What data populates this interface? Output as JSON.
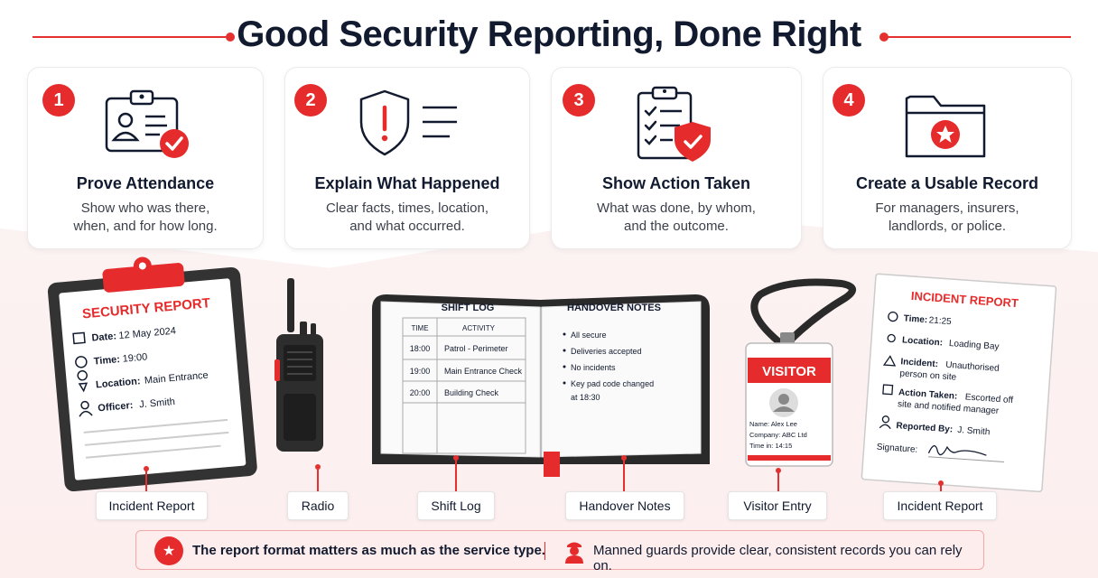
{
  "header": {
    "title": "Good Security Reporting, Done Right"
  },
  "cards": [
    {
      "number": "1",
      "title": "Prove Attendance",
      "desc1": "Show who was there,",
      "desc2": "when, and for how long.",
      "icon": "id-badge-check-icon"
    },
    {
      "number": "2",
      "title": "Explain What Happened",
      "desc1": "Clear facts, times, location,",
      "desc2": "and what occurred.",
      "icon": "shield-alert-icon"
    },
    {
      "number": "3",
      "title": "Show Action Taken",
      "desc1": "What was done, by whom,",
      "desc2": "and the outcome.",
      "icon": "clipboard-checklist-icon"
    },
    {
      "number": "4",
      "title": "Create a Usable Record",
      "desc1": "For managers, insurers,",
      "desc2": "landlords, or police.",
      "icon": "folder-star-icon"
    }
  ],
  "security_report": {
    "heading": "SECURITY REPORT",
    "date_label": "Date:",
    "date_value": "12 May 2024",
    "time_label": "Time:",
    "time_value": "19:00",
    "location_label": "Location:",
    "location_value": "Main Entrance",
    "officer_label": "Officer:",
    "officer_value": "J. Smith"
  },
  "shift_log": {
    "heading": "SHIFT LOG",
    "col_time": "TIME",
    "col_activity": "ACTIVITY",
    "rows": [
      {
        "time": "18:00",
        "activity": "Patrol - Perimeter"
      },
      {
        "time": "19:00",
        "activity": "Main Entrance Check"
      },
      {
        "time": "20:00",
        "activity": "Building Check"
      }
    ]
  },
  "handover": {
    "heading": "HANDOVER NOTES",
    "items": [
      "All secure",
      "Deliveries accepted",
      "No incidents",
      "Key pad code changed",
      "at 18:30"
    ]
  },
  "visitor": {
    "heading": "VISITOR",
    "name": "Name: Alex Lee",
    "company": "Company: ABC Ltd",
    "time_in": "Time in: 14:15"
  },
  "incident_report": {
    "heading": "INCIDENT REPORT",
    "time_label": "Time:",
    "time_value": "21:25",
    "location_label": "Location:",
    "location_value": "Loading Bay",
    "incident_label": "Incident:",
    "incident_value1": "Unauthorised",
    "incident_value2": "person on site",
    "action_label": "Action Taken:",
    "action_value1": "Escorted off",
    "action_value2": "site and notified manager",
    "reported_label": "Reported By:",
    "reported_value": "J. Smith",
    "signature_label": "Signature:"
  },
  "labels": [
    "Incident Report",
    "Radio",
    "Shift Log",
    "Handover Notes",
    "Visitor Entry",
    "Incident Report"
  ],
  "banner": {
    "left": "The report format matters as much as the service type.",
    "right": "Manned guards provide clear, consistent records you can rely on."
  },
  "colors": {
    "accent": "#e52b2b",
    "navy": "#111a2e",
    "text": "#3a3f4a"
  }
}
